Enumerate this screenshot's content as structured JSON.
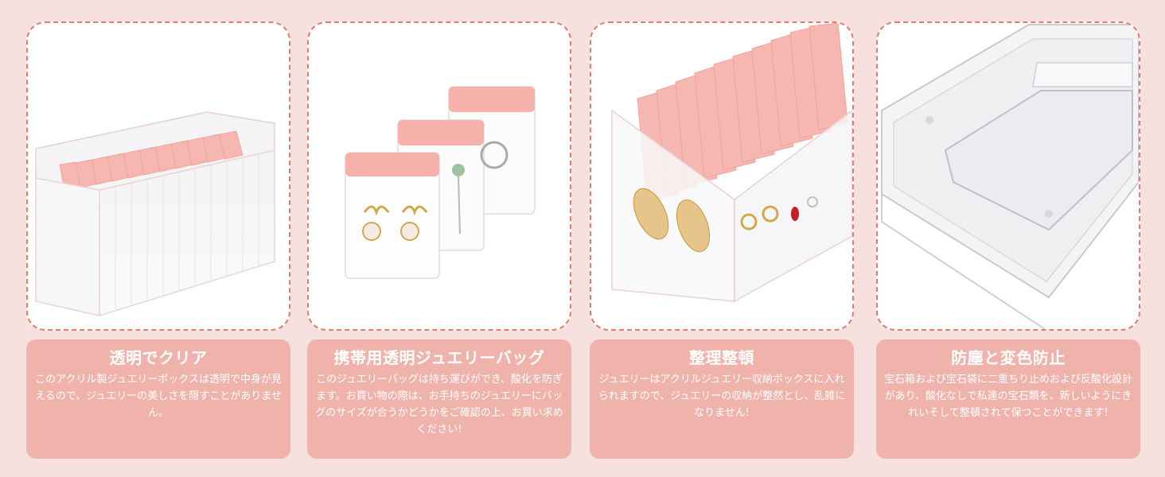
{
  "colors": {
    "background": "#f7e1df",
    "caption_bg": "#efb3ab",
    "border": "#e07d6f",
    "pink": "#f4b3ac"
  },
  "panels": [
    {
      "title": "透明でクリア",
      "body": "このアクリル製ジュエリーボックスは透明で中身が見えるので、ジュエリーの美しさを隠すことがありません。",
      "image": "clear-acrylic-box-with-pink-bags"
    },
    {
      "title": "携帯用透明ジュエリーバッグ",
      "body": "このジュエリーバッグは持ち運びができ、酸化を防ぎます。お買い物の際は、お手持ちのジュエリーにバッグのサイズが合うかどうかをご確認の上、お買い求めください!",
      "image": "three-zip-bags-with-earrings-and-ring"
    },
    {
      "title": "整理整頓",
      "body": "ジュエリーはアクリルジュエリー収納ボックスに入れられますので、ジュエリーの収納が整然とし、乱雑になりません!",
      "image": "open-box-with-bags-and-earrings"
    },
    {
      "title": "防塵と変色防止",
      "body": "宝石箱および宝石袋に二重ちり止めおよび反酸化設計があり、酸化なしで私達の宝石類を、新しいようにきれいそして整頓されて保つことができます!",
      "image": "acrylic-lid-closeup"
    }
  ]
}
